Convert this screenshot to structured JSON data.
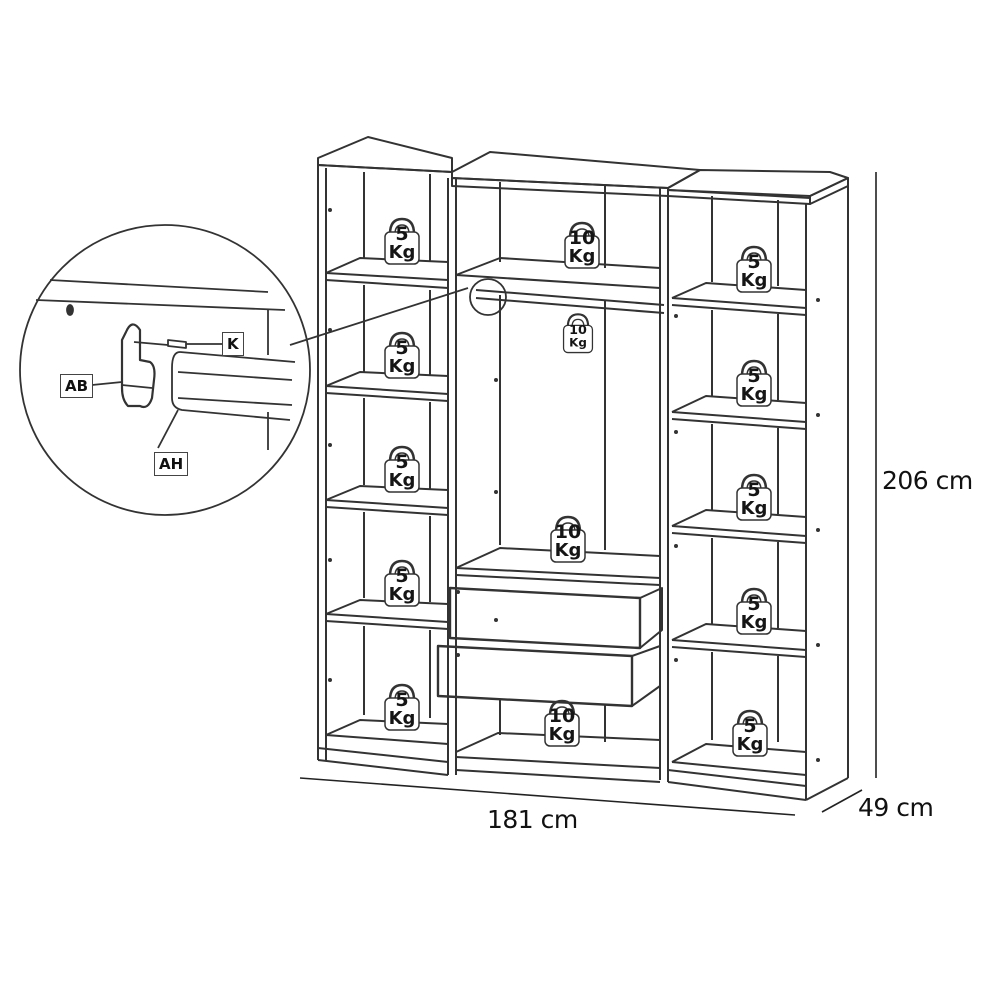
{
  "dimensions": {
    "width": "181 cm",
    "depth": "49 cm",
    "height": "206 cm"
  },
  "detail_callout": {
    "parts": [
      {
        "id": "AB",
        "label": "AB",
        "description": "rail bracket"
      },
      {
        "id": "K",
        "label": "K",
        "description": "screw"
      },
      {
        "id": "AH",
        "label": "AH",
        "description": "hanging rail"
      }
    ]
  },
  "weight_labels": {
    "left": [
      {
        "value": "5",
        "unit": "Kg"
      },
      {
        "value": "5",
        "unit": "Kg"
      },
      {
        "value": "5",
        "unit": "Kg"
      },
      {
        "value": "5",
        "unit": "Kg"
      },
      {
        "value": "5",
        "unit": "Kg"
      }
    ],
    "center": [
      {
        "value": "10",
        "unit": "Kg"
      },
      {
        "value": "10",
        "unit": "Kg"
      },
      {
        "value": "10",
        "unit": "Kg"
      },
      {
        "value": "10",
        "unit": "Kg"
      }
    ],
    "right": [
      {
        "value": "5",
        "unit": "Kg"
      },
      {
        "value": "5",
        "unit": "Kg"
      },
      {
        "value": "5",
        "unit": "Kg"
      },
      {
        "value": "5",
        "unit": "Kg"
      },
      {
        "value": "5",
        "unit": "Kg"
      }
    ]
  },
  "colors": {
    "line": "#333333",
    "background": "#ffffff"
  }
}
